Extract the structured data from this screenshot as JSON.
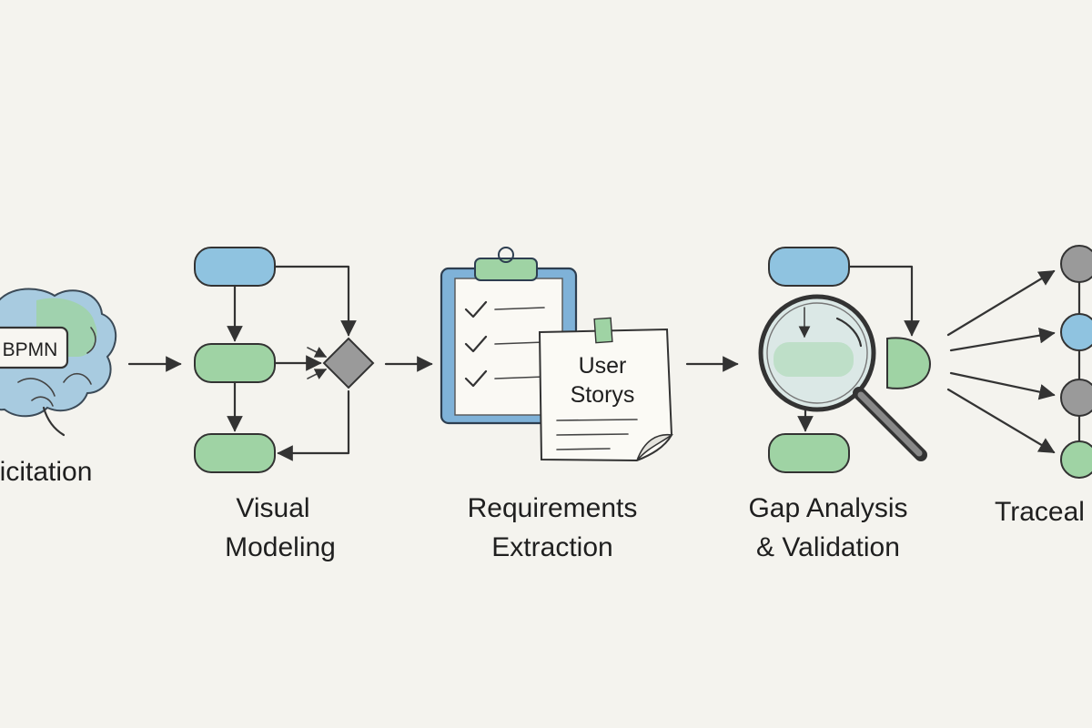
{
  "colors": {
    "background": "#f4f3ee",
    "blue": "#8fc3e0",
    "green": "#9fd3a4",
    "gray": "#9a9a9a",
    "ink": "#333333"
  },
  "stages": [
    {
      "label_lines": [
        "licitation"
      ],
      "icon": "brain-icon",
      "badge": "BPMN"
    },
    {
      "label_lines": [
        "Visual",
        "Modeling"
      ],
      "icon": "flowchart-icon"
    },
    {
      "label_lines": [
        "Requirements",
        "Extraction"
      ],
      "icon": "clipboard-checklist-icon",
      "note_lines": [
        "User",
        "Storys"
      ]
    },
    {
      "label_lines": [
        "Gap Analysis",
        "& Validation"
      ],
      "icon": "magnifier-icon"
    },
    {
      "label_lines": [
        "Traceal"
      ],
      "icon": "traceability-graph-icon"
    }
  ]
}
